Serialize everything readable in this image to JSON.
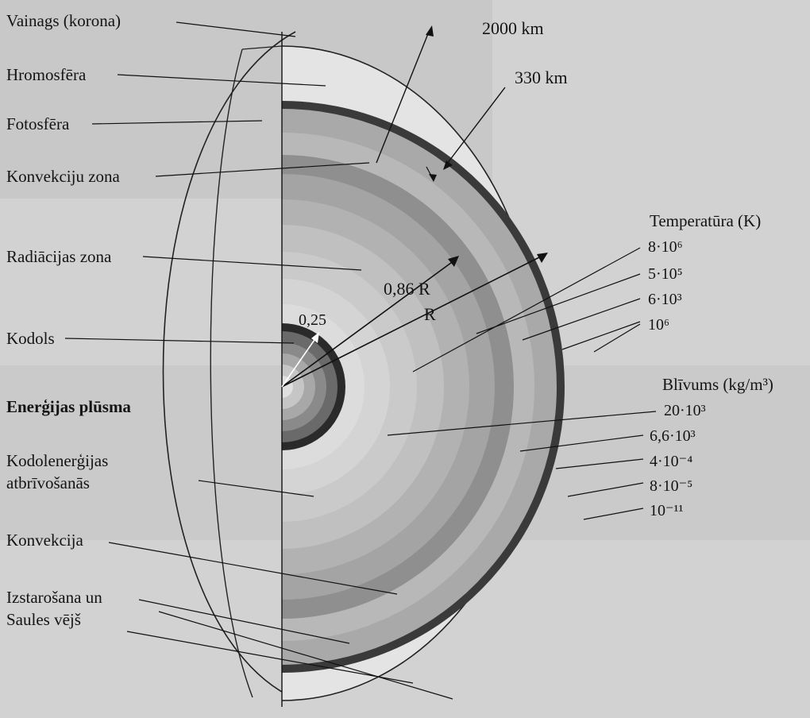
{
  "labels_left": {
    "corona": "Vainags (korona)",
    "chromosphere": "Hromosfēra",
    "photosphere": "Fotosfēra",
    "convection_zone": "Konvekciju zona",
    "radiation_zone": "Radiācijas zona",
    "core": "Kodols",
    "energy_flow": "Enerģijas plūsma",
    "nuclear_release_1": "Kodolenerģijas",
    "nuclear_release_2": "atbrīvošanās",
    "convection": "Konvekcija",
    "radiation_1": "Izstarošana un",
    "radiation_2": "Saules vējš"
  },
  "dimensions": {
    "d1": "2000 km",
    "d2": "330 km",
    "r1": "0,86 R",
    "r2": "R",
    "r3": "0,25"
  },
  "temperature": {
    "title": "Temperatūra (K)",
    "values": [
      "8·10⁶",
      "5·10⁵",
      "6·10³",
      "10⁶"
    ]
  },
  "density": {
    "title": "Blīvums (kg/m³)",
    "values": [
      "20·10³",
      "6,6·10³",
      "4·10⁻⁴",
      "8·10⁻⁵",
      "10⁻¹¹"
    ]
  },
  "colors": {
    "page_bg": "#d4d4d4",
    "photosphere": "#3a3a3a",
    "core_dark": "#2a2a2a"
  }
}
